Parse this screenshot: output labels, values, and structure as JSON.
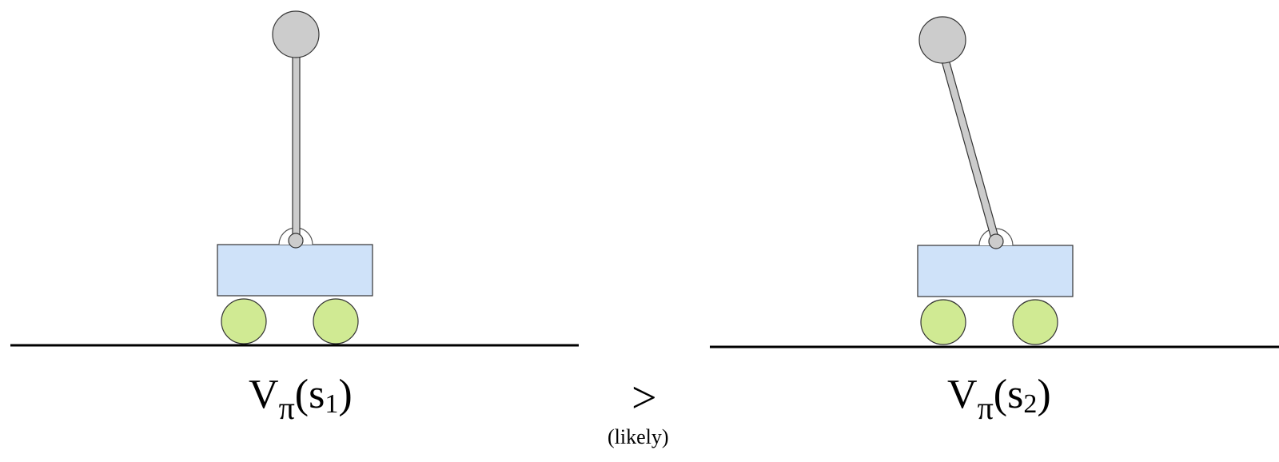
{
  "left_state": {
    "value_symbol": "V",
    "policy_symbol": "π",
    "open_paren": "(",
    "state_symbol": "s",
    "state_index": "1",
    "close_paren": ")"
  },
  "right_state": {
    "value_symbol": "V",
    "policy_symbol": "π",
    "open_paren": "(",
    "state_symbol": "s",
    "state_index": "2",
    "close_paren": ")"
  },
  "comparison": {
    "operator": ">",
    "qualifier": "(likely)"
  },
  "colors": {
    "cart_fill": "#cfe2f9",
    "wheel_fill": "#d0ea93",
    "pole_fill": "#cccccc",
    "ground_line": "#000000"
  }
}
